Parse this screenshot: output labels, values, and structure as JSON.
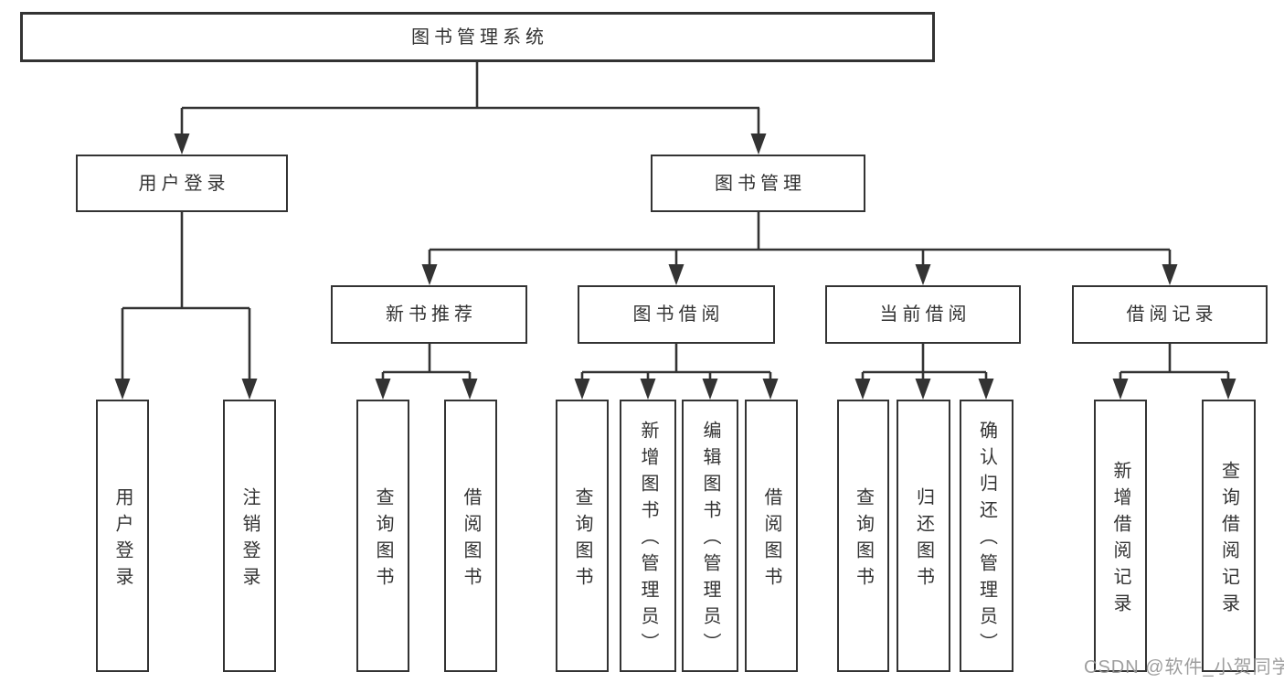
{
  "diagram_title": "图书管理系统",
  "colors": {
    "line": "#333333",
    "text": "#333333",
    "box_background": "#ffffff",
    "watermark": "#969696"
  },
  "watermark": {
    "text": "CSDN @软件_小贺同学"
  },
  "tree": {
    "root": {
      "label": "图书管理系统",
      "children": [
        {
          "label": "用户登录",
          "children": [
            {
              "label": "用户登录"
            },
            {
              "label": "注销登录"
            }
          ]
        },
        {
          "label": "图书管理",
          "children": [
            {
              "label": "新书推荐",
              "children": [
                {
                  "label": "查询图书"
                },
                {
                  "label": "借阅图书"
                }
              ]
            },
            {
              "label": "图书借阅",
              "children": [
                {
                  "label": "查询图书"
                },
                {
                  "label": "新增图书（管理员）"
                },
                {
                  "label": "编辑图书（管理员）"
                },
                {
                  "label": "借阅图书"
                }
              ]
            },
            {
              "label": "当前借阅",
              "children": [
                {
                  "label": "查询图书"
                },
                {
                  "label": "归还图书"
                },
                {
                  "label": "确认归还（管理员）"
                }
              ]
            },
            {
              "label": "借阅记录",
              "children": [
                {
                  "label": "新增借阅记录"
                },
                {
                  "label": "查询借阅记录"
                }
              ]
            }
          ]
        }
      ]
    }
  }
}
